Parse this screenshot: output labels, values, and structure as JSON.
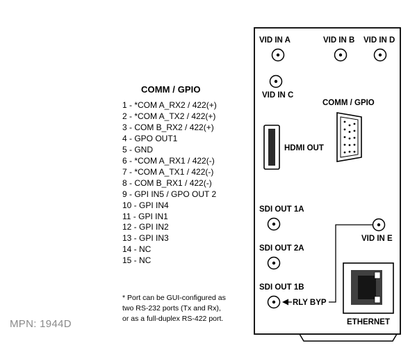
{
  "pin_section": {
    "title": "COMM / GPIO",
    "pins": [
      "1 - *COM A_RX2 / 422(+)",
      "2 - *COM A_TX2 / 422(+)",
      "3 - COM B_RX2 / 422(+)",
      "4 - GPO OUT1",
      "5 - GND",
      "6 - *COM A_RX1 / 422(-)",
      "7 - *COM A_TX1 / 422(-)",
      "8 - COM B_RX1 / 422(-)",
      "9 - GPI IN5 / GPO OUT 2",
      "10 - GPI IN4",
      "11 - GPI IN1",
      "12 - GPI IN2",
      "13 - GPI IN3",
      "14 - NC",
      "15 - NC"
    ],
    "footnote": [
      "* Port can be GUI-configured as",
      "two RS-232 ports (Tx and Rx),",
      "or as a full-duplex RS-422 port."
    ]
  },
  "mpn": "MPN: 1944D",
  "panel_labels": {
    "vid_in_a": "VID IN A",
    "vid_in_b": "VID IN B",
    "vid_in_d": "VID IN D",
    "vid_in_c": "VID IN C",
    "comm_gpio": "COMM / GPIO",
    "hdmi_out": "HDMI OUT",
    "sdi_out_1a": "SDI OUT 1A",
    "sdi_out_2a": "SDI OUT 2A",
    "sdi_out_1b": "SDI OUT 1B",
    "rly_byp": "RLY BYP",
    "vid_in_e": "VID IN E",
    "ethernet": "ETHERNET"
  },
  "colors": {
    "ink": "#000000",
    "mpn_gray": "#8a8a8a",
    "ethernet_jack": "#404040",
    "background": "#ffffff"
  }
}
